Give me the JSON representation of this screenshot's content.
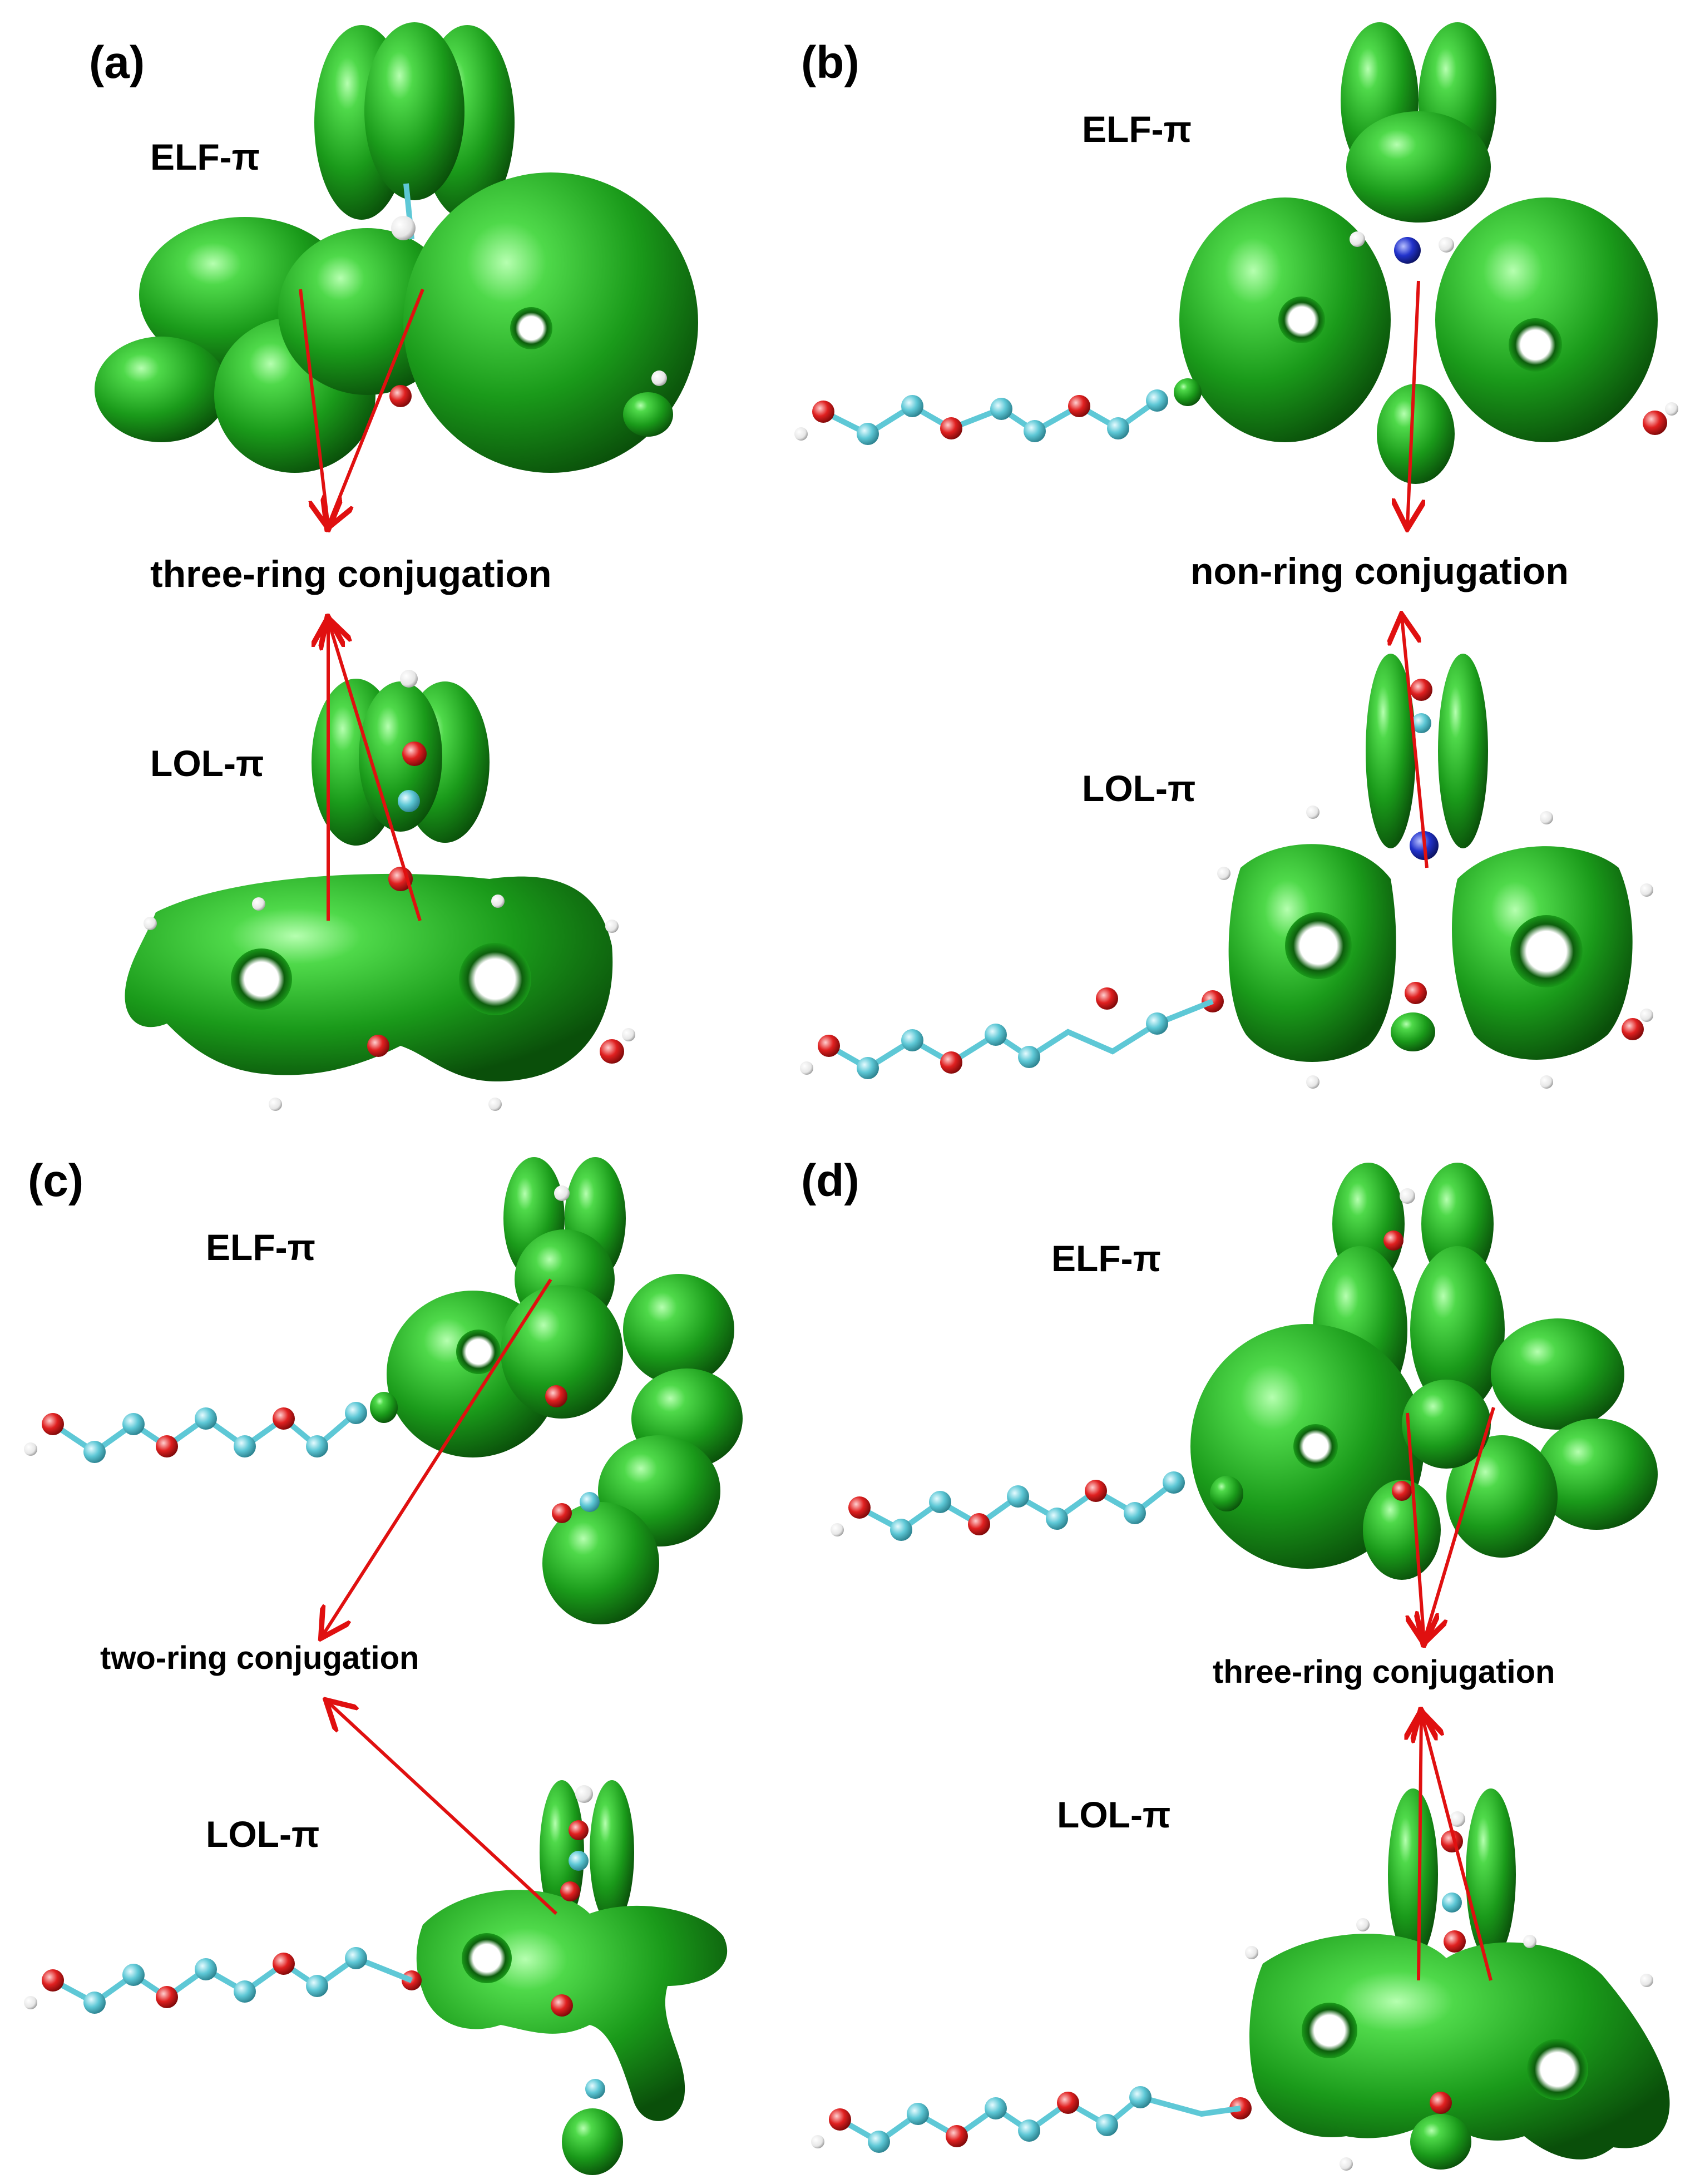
{
  "panels": [
    {
      "id": "(a)",
      "elf": "ELF-π",
      "lol": "LOL-π",
      "conjugation": "three-ring conjugation"
    },
    {
      "id": "(b)",
      "elf": "ELF-π",
      "lol": "LOL-π",
      "conjugation": "non-ring conjugation"
    },
    {
      "id": "(c)",
      "elf": "ELF-π",
      "lol": "LOL-π",
      "conjugation": "two-ring conjugation"
    },
    {
      "id": "(d)",
      "elf": "ELF-π",
      "lol": "LOL-π",
      "conjugation": "three-ring conjugation"
    }
  ],
  "colors": {
    "isosurface": "#1f9d1f",
    "isosurface_dark": "#0b5a0b",
    "arrow": "#e01010",
    "carbon": "#5ec8d6",
    "oxygen": "#e02020",
    "nitrogen": "#2233cc",
    "hydrogen": "#f2f2f2"
  }
}
